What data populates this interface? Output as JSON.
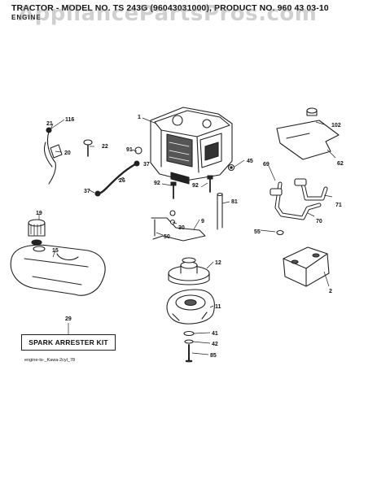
{
  "header": {
    "line1": "TRACTOR - MODEL NO. TS 243G (96043031000), PRODUCT NO. 960 43 03-10",
    "line2": "ENGINE"
  },
  "watermark": "AppliancePartsPros.com",
  "callouts": {
    "c1": "1",
    "c102": "102",
    "c116": "116",
    "c21": "21",
    "c20": "20",
    "c22": "22",
    "c91": "91",
    "c37a": "37",
    "c26": "26",
    "c37b": "37",
    "c92a": "92",
    "c92b": "92",
    "c45": "45",
    "c62": "62",
    "c69": "69",
    "c71": "71",
    "c70": "70",
    "c81": "81",
    "c9": "9",
    "c30": "30",
    "c50": "50",
    "c55": "55",
    "c19": "19",
    "c15": "15",
    "c12": "12",
    "c2": "2",
    "c11": "11",
    "c29": "29",
    "c41": "41",
    "c42": "42",
    "c85": "85"
  },
  "kit_label": "SPARK ARRESTER KIT",
  "footer": "engine-ts-_Kawa-2cyl_78"
}
